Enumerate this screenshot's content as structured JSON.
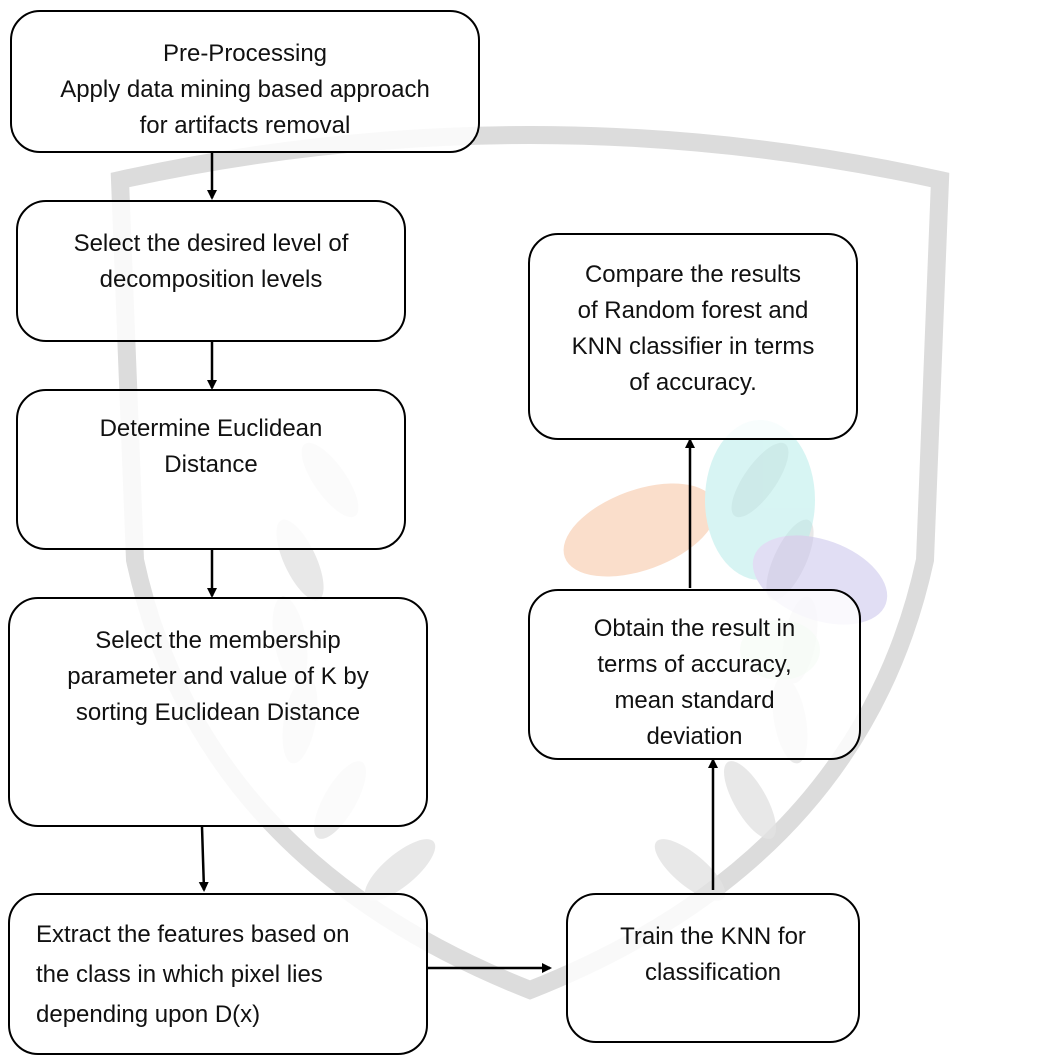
{
  "colors": {
    "border": "#000000",
    "watermark_gray": "#d9d9d9",
    "petal_orange": "#f6c3a1",
    "petal_cyan": "#b6ece9",
    "petal_blue": "#c9c3ec",
    "petal_green": "#bfe7c3"
  },
  "nodes": {
    "preprocessing": "Pre-Processing\nApply data mining based approach\nfor artifacts removal",
    "select_level": "Select the desired level of\ndecomposition levels",
    "euclidean": "Determine Euclidean\nDistance",
    "membership": "Select the membership\nparameter and value of K by\nsorting Euclidean Distance",
    "extract": "Extract the features based on\nthe class in which pixel lies\ndepending upon D(x)",
    "train": "Train the KNN for\nclassification",
    "obtain": "Obtain the result in\nterms of accuracy,\nmean standard\ndeviation",
    "compare": "Compare the results\nof Random forest and\nKNN classifier in terms\nof accuracy."
  },
  "edges": [
    [
      "preprocessing",
      "select_level"
    ],
    [
      "select_level",
      "euclidean"
    ],
    [
      "euclidean",
      "membership"
    ],
    [
      "membership",
      "extract"
    ],
    [
      "extract",
      "train"
    ],
    [
      "train",
      "obtain"
    ],
    [
      "obtain",
      "compare"
    ]
  ]
}
